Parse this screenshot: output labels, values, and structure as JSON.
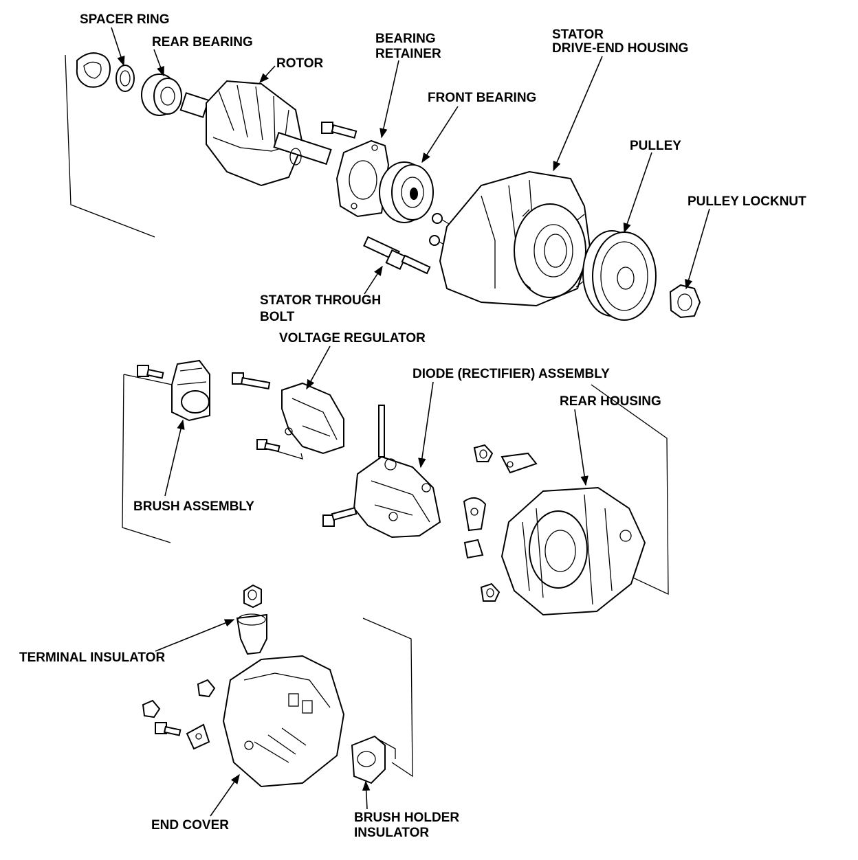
{
  "labels": {
    "spacer_ring": "SPACER RING",
    "rear_bearing": "REAR BEARING",
    "rotor": "ROTOR",
    "bearing_retainer_1": "BEARING",
    "bearing_retainer_2": "RETAINER",
    "stator_1": "STATOR",
    "stator_2": "DRIVE-END HOUSING",
    "front_bearing": "FRONT BEARING",
    "pulley": "PULLEY",
    "pulley_locknut": "PULLEY LOCKNUT",
    "stator_through_bolt_1": "STATOR THROUGH",
    "stator_through_bolt_2": "BOLT",
    "voltage_regulator": "VOLTAGE REGULATOR",
    "diode_assembly": "DIODE (RECTIFIER) ASSEMBLY",
    "rear_housing": "REAR HOUSING",
    "brush_assembly": "BRUSH ASSEMBLY",
    "terminal_insulator": "TERMINAL INSULATOR",
    "end_cover": "END COVER",
    "brush_holder_insulator_1": "BRUSH HOLDER",
    "brush_holder_insulator_2": "INSULATOR"
  }
}
